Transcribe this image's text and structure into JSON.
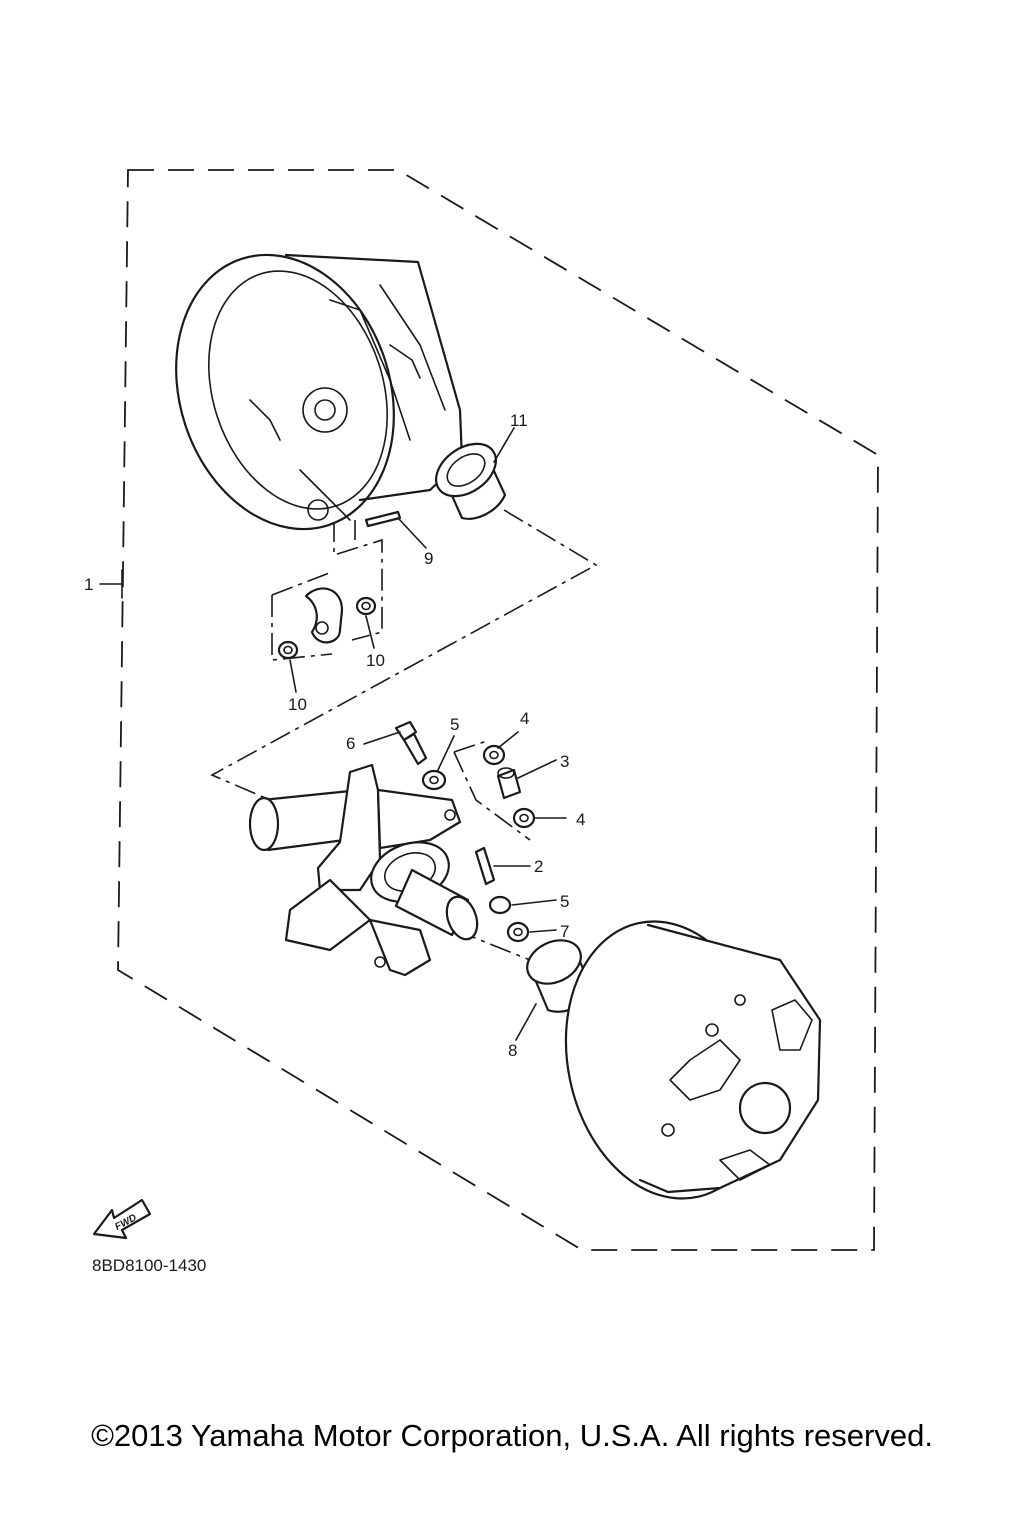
{
  "callouts": {
    "c1": "1",
    "c2": "2",
    "c3": "3",
    "c4a": "4",
    "c4b": "4",
    "c5a": "5",
    "c5b": "5",
    "c6": "6",
    "c7": "7",
    "c8": "8",
    "c9": "9",
    "c10a": "10",
    "c10b": "10",
    "c11": "11"
  },
  "fwd_label": "FWD",
  "diagram_code": "8BD8100-1430",
  "copyright": "©2013 Yamaha Motor Corporation, U.S.A. All rights reserved."
}
